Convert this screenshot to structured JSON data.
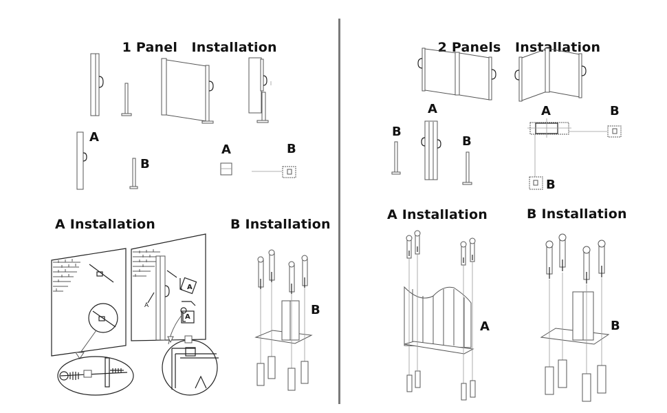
{
  "left_section": {
    "title_number": "1 Panel",
    "title_text": "Installation",
    "parts": {
      "label_a": "A",
      "label_b": "B"
    },
    "mount": {
      "label_a": "A",
      "label_b": "B"
    },
    "a_install": {
      "title": "A Installation",
      "callout_1": "A",
      "callout_2": "A",
      "small_label": "A"
    },
    "b_install": {
      "title": "B Installation",
      "label": "B"
    }
  },
  "right_section": {
    "title_number": "2 Panels",
    "title_text": "Installation",
    "parts": {
      "label_a": "A",
      "label_b_left": "B",
      "label_b_right": "B"
    },
    "mount": {
      "label_a": "A",
      "label_b_right": "B",
      "label_b_bottom": "B"
    },
    "a_install": {
      "title": "A Installation",
      "label": "A"
    },
    "b_install": {
      "title": "B Installation",
      "label": "B"
    }
  },
  "divider_color": "#7a7a7a"
}
